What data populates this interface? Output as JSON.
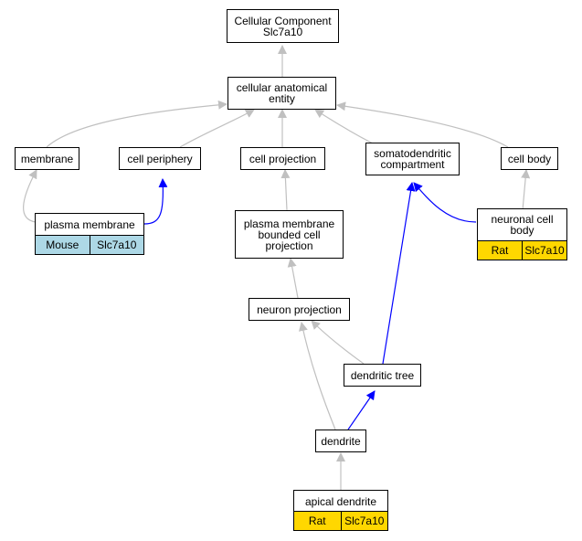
{
  "colors": {
    "edge_default": "#c0c0c0",
    "edge_highlight": "#0000ff",
    "mouse_annotation": "#add8e6",
    "rat_annotation": "#ffd700"
  },
  "nodes": {
    "cellular_component": "Cellular Component\nSlc7a10",
    "cellular_anatomical_entity": "cellular anatomical\nentity",
    "membrane": "membrane",
    "cell_periphery": "cell periphery",
    "cell_projection": "cell projection",
    "somatodendritic_compartment": "somatodendritic\ncompartment",
    "cell_body": "cell body",
    "plasma_membrane": "plasma membrane",
    "plasma_membrane_bounded_cell_projection": "plasma membrane\nbounded cell\nprojection",
    "neuronal_cell_body": "neuronal cell\nbody",
    "neuron_projection": "neuron projection",
    "dendritic_tree": "dendritic tree",
    "dendrite": "dendrite",
    "apical_dendrite": "apical dendrite"
  },
  "annotations": {
    "plasma_membrane": {
      "species": "Mouse",
      "gene": "Slc7a10"
    },
    "neuronal_cell_body": {
      "species": "Rat",
      "gene": "Slc7a10"
    },
    "apical_dendrite": {
      "species": "Rat",
      "gene": "Slc7a10"
    }
  }
}
